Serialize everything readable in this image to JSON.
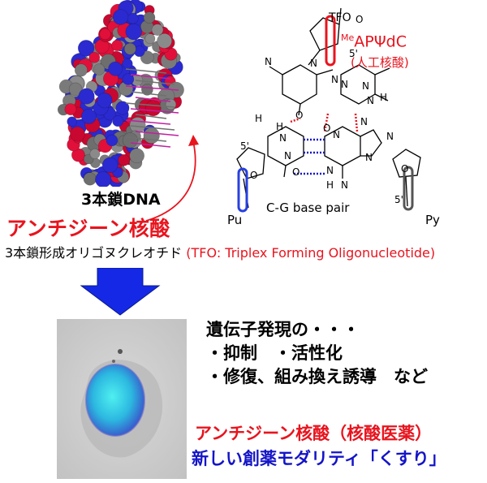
{
  "dna_label": "3本鎖DNA",
  "antigene_title": "アンチジーン核酸",
  "tfo_description_jp": "3本鎖形成オリゴヌクレオチド",
  "tfo_description_en": "(TFO: Triplex Forming Oligonucleotide)",
  "tfo_tag": "TFO",
  "me_sup": "Me",
  "me_name": "APΨdC",
  "artificial_nucleic": "(人工核酸)",
  "base_pair_label": "C-G base pair",
  "pu_label": "Pu",
  "py_label": "Py",
  "effects": [
    "遺伝子発現の・・・",
    "・抑制　・活性化",
    "・修復、組み換え誘導　など"
  ],
  "medicine_line1": "アンチジーン核酸（核酸医薬）",
  "medicine_line2": "新しい創薬モダリティ「くすり」",
  "colors": {
    "red": "#e8141e",
    "blue": "#1414c8",
    "arrow_blue": "#1428e6"
  }
}
